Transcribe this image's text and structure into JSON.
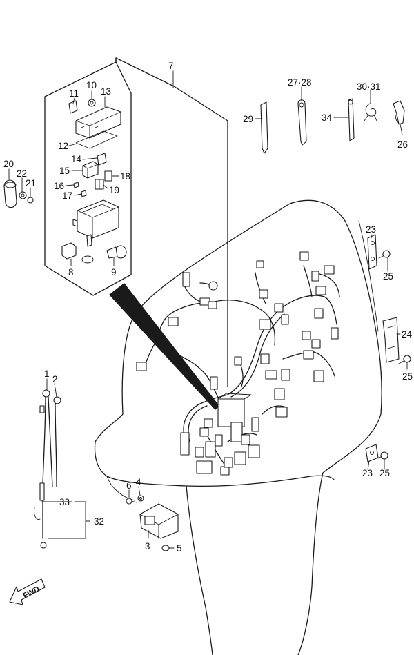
{
  "callouts": {
    "c1": "1",
    "c2": "2",
    "c3": "3",
    "c4": "4",
    "c5": "5",
    "c6": "6",
    "c7": "7",
    "c8": "8",
    "c9": "9",
    "c10": "10",
    "c11": "11",
    "c12": "12",
    "c13": "13",
    "c14": "14",
    "c15": "15",
    "c16": "16",
    "c17": "17",
    "c18": "18",
    "c19": "19",
    "c20": "20",
    "c21": "21",
    "c22": "22",
    "c23a": "23",
    "c23b": "23",
    "c24": "24",
    "c25a": "25",
    "c25b": "25",
    "c25c": "25",
    "c26": "26",
    "c27_28": "27·28",
    "c29": "29",
    "c30_31": "30·31",
    "c32": "32",
    "c33": "33",
    "c34": "34"
  },
  "direction_label": "FWD",
  "colors": {
    "ink": "#1a1a1a",
    "background": "#ffffff"
  },
  "icons": [
    "fwd-arrow-icon"
  ]
}
